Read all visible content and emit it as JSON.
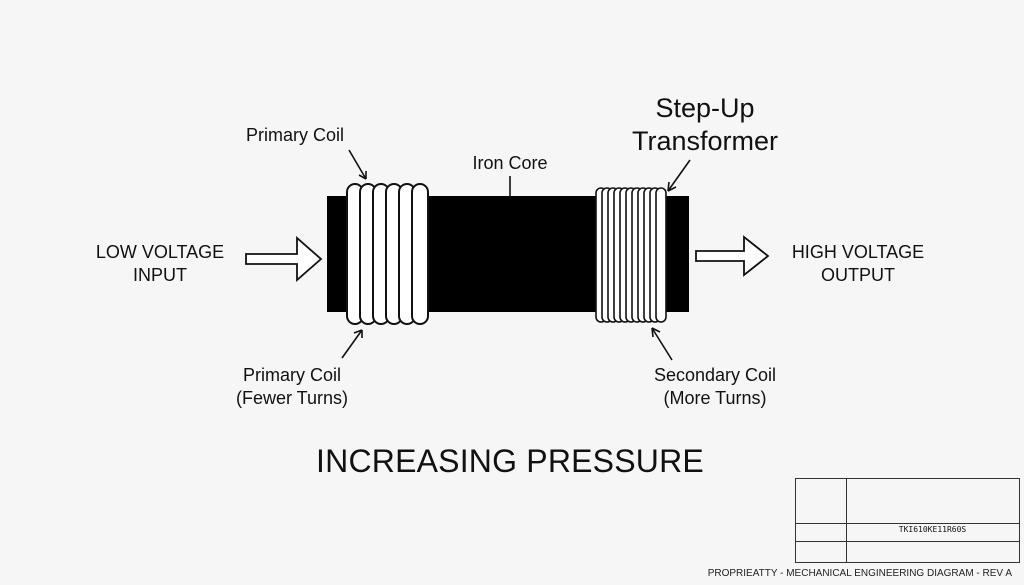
{
  "title": "Step-Up\nTransformer",
  "labels": {
    "primary_coil_top": "Primary Coil",
    "iron_core": "Iron Core",
    "low_voltage_input": "LOW VOLTAGE\nINPUT",
    "high_voltage_output": "HIGH VOLTAGE\nOUTPUT",
    "primary_coil_bottom": "Primary Coil\n(Fewer Turns)",
    "secondary_coil": "Secondary Coil\n(More Turns)"
  },
  "bottom_title": "INCREASING PRESSURE",
  "title_block": {
    "code": "TKI610KE11R60S"
  },
  "footer": "PROPRIEATTY - MECHANICAL ENGINEERING DIAGRAM - REV A",
  "colors": {
    "core": "#000000",
    "background": "#f6f6f6",
    "line": "#111111"
  }
}
